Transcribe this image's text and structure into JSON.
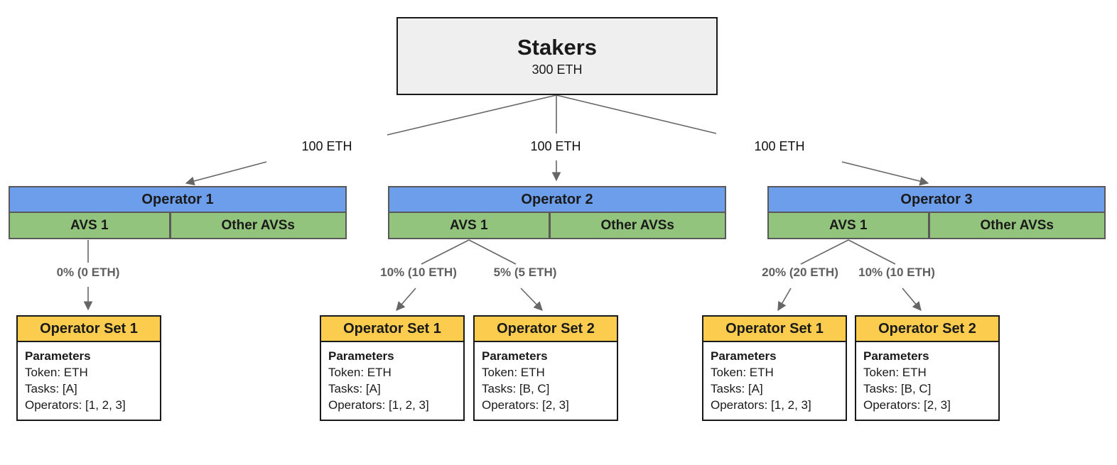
{
  "colors": {
    "operator_header_blue": "#6d9eeb",
    "avs_row_green": "#93c47d",
    "operator_set_yellow": "#fbcc4d",
    "stakers_fill_gray": "#efefef",
    "connector_gray": "#666666",
    "allocation_label_gray": "#5f5f5f"
  },
  "stakers": {
    "title": "Stakers",
    "amount": "300 ETH"
  },
  "delegations": [
    "100 ETH",
    "100 ETH",
    "100 ETH"
  ],
  "operators": [
    {
      "title": "Operator 1",
      "avs": "AVS 1",
      "other_avs": "Other AVSs",
      "allocations": [
        "0% (0 ETH)"
      ],
      "sets": [
        {
          "title": "Operator Set 1",
          "heading": "Parameters",
          "lines": [
            "Token: ETH",
            "Tasks: [A]",
            "Operators: [1, 2, 3]"
          ]
        }
      ]
    },
    {
      "title": "Operator 2",
      "avs": "AVS 1",
      "other_avs": "Other AVSs",
      "allocations": [
        "10% (10 ETH)",
        "5% (5 ETH)"
      ],
      "sets": [
        {
          "title": "Operator Set 1",
          "heading": "Parameters",
          "lines": [
            "Token: ETH",
            "Tasks: [A]",
            "Operators: [1, 2, 3]"
          ]
        },
        {
          "title": "Operator Set 2",
          "heading": "Parameters",
          "lines": [
            "Token: ETH",
            "Tasks: [B, C]",
            "Operators: [2, 3]"
          ]
        }
      ]
    },
    {
      "title": "Operator 3",
      "avs": "AVS 1",
      "other_avs": "Other AVSs",
      "allocations": [
        "20% (20 ETH)",
        "10% (10 ETH)"
      ],
      "sets": [
        {
          "title": "Operator Set 1",
          "heading": "Parameters",
          "lines": [
            "Token: ETH",
            "Tasks: [A]",
            "Operators: [1, 2, 3]"
          ]
        },
        {
          "title": "Operator Set 2",
          "heading": "Parameters",
          "lines": [
            "Token: ETH",
            "Tasks: [B, C]",
            "Operators: [2, 3]"
          ]
        }
      ]
    }
  ]
}
